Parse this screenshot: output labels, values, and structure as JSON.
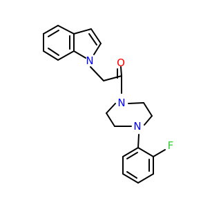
{
  "diagram": {
    "type": "chemical-structure",
    "atoms": {
      "N_indole": {
        "label": "N",
        "color": "#0000ff"
      },
      "O_carbonyl": {
        "label": "O",
        "color": "#ff0000"
      },
      "N_piperazine_top": {
        "label": "N",
        "color": "#0000ff"
      },
      "N_piperazine_bottom": {
        "label": "N",
        "color": "#0000ff"
      },
      "F": {
        "label": "F",
        "color": "#33cc33"
      }
    },
    "bond_color": "#000000"
  }
}
